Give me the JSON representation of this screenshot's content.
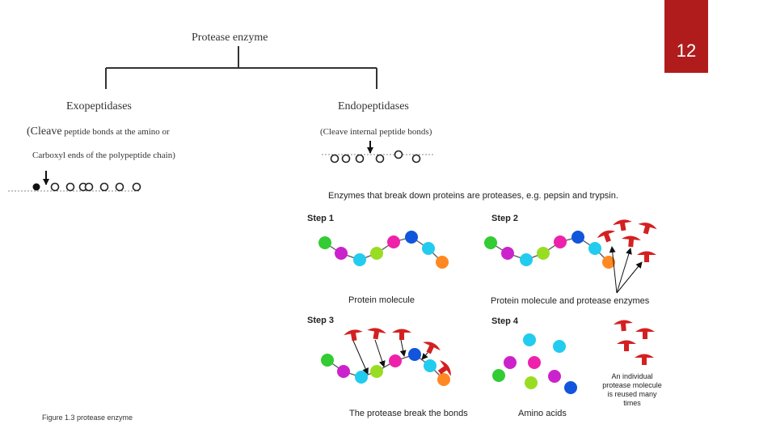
{
  "page": {
    "number": "12",
    "caption": "Figure 1.3 protease enzyme"
  },
  "tree": {
    "root": "Protease enzyme",
    "left": {
      "title": "Exopeptidases",
      "desc_line1_prefix": "(Cleave",
      "desc_line1_rest": " peptide bonds at the amino or",
      "desc_line2": "Carboxyl ends of the polypeptide chain)"
    },
    "right": {
      "title": "Endopeptidases",
      "desc": "(Cleave internal peptide bonds)"
    }
  },
  "figure": {
    "intro": "Enzymes that break down proteins are proteases, e.g. pepsin and trypsin.",
    "steps": [
      {
        "title": "Step 1",
        "caption": "Protein molecule"
      },
      {
        "title": "Step 2",
        "caption": "Protein molecule and protease enzymes"
      },
      {
        "title": "Step 3",
        "caption": "The protease break the bonds"
      },
      {
        "title": "Step 4",
        "caption": "Amino acids"
      }
    ],
    "note_lines": [
      "An individual",
      "protease molecule",
      "is reused many",
      "times"
    ]
  },
  "colors": {
    "badge": "#b01c1c",
    "enzyme": "#d42020",
    "amino_acids": [
      "#33cc33",
      "#cc22cc",
      "#22ccee",
      "#99dd22",
      "#ee22aa",
      "#1155dd",
      "#ff8822"
    ]
  }
}
